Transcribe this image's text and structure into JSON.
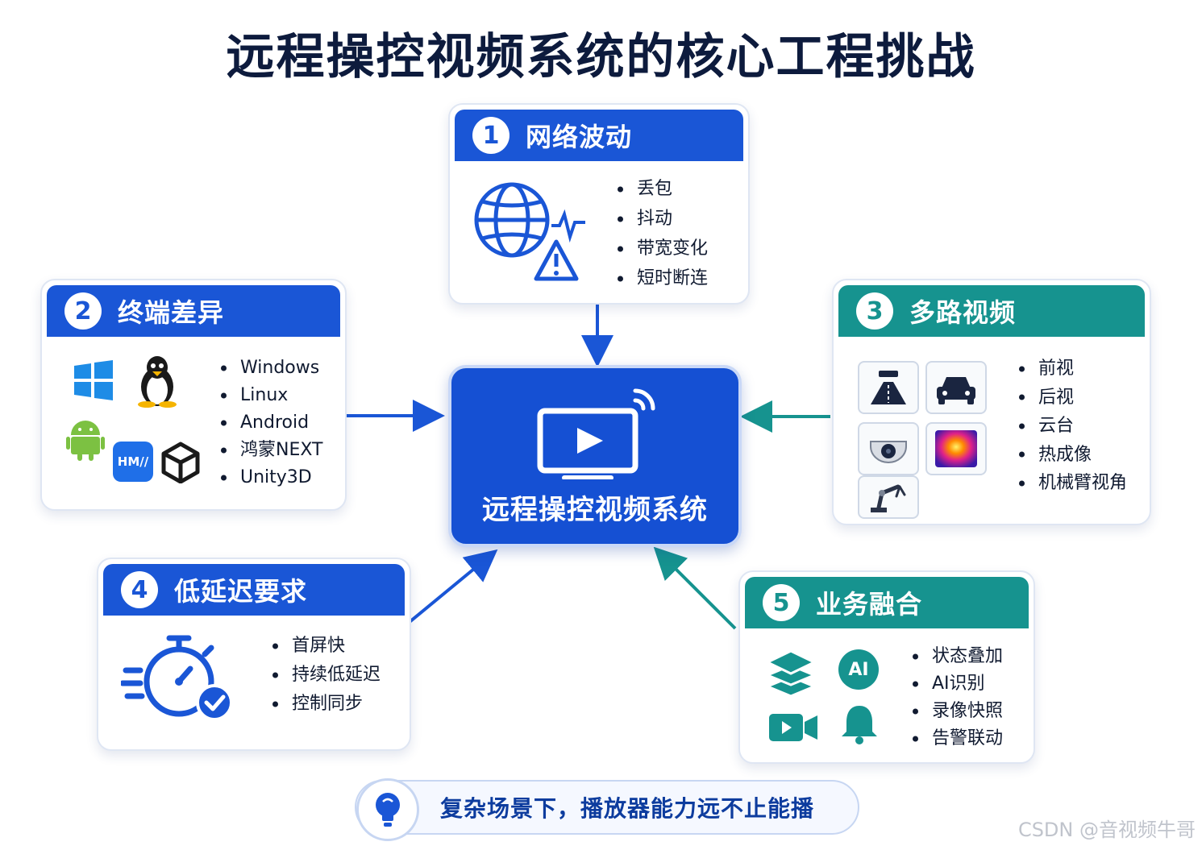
{
  "title": "远程操控视频系统的核心工程挑战",
  "center": {
    "label": "远程操控视频系统"
  },
  "cards": {
    "network": {
      "num": "1",
      "title": "网络波动",
      "items": [
        "丢包",
        "抖动",
        "带宽变化",
        "短时断连"
      ]
    },
    "terminal": {
      "num": "2",
      "title": "终端差异",
      "items": [
        "Windows",
        "Linux",
        "Android",
        "鸿蒙NEXT",
        "Unity3D"
      ],
      "hm_badge": "HM//"
    },
    "multivideo": {
      "num": "3",
      "title": "多路视频",
      "items": [
        "前视",
        "后视",
        "云台",
        "热成像",
        "机械臂视角"
      ]
    },
    "latency": {
      "num": "4",
      "title": "低延迟要求",
      "items": [
        "首屏快",
        "持续低延迟",
        "控制同步"
      ]
    },
    "business": {
      "num": "5",
      "title": "业务融合",
      "items": [
        "状态叠加",
        "AI识别",
        "录像快照",
        "告警联动"
      ],
      "ai_badge": "AI"
    }
  },
  "banner": {
    "text": "复杂场景下，播放器能力远不止能播"
  },
  "watermark": "CSDN @音视频牛哥",
  "colors": {
    "blue": "#1a56d6",
    "teal": "#16938f",
    "title": "#0d1b3d"
  },
  "icons": [
    "globe-icon",
    "pulse-icon",
    "warning-icon",
    "windows-icon",
    "linux-icon",
    "android-icon",
    "harmony-icon",
    "unity-icon",
    "road-camera-icon",
    "car-icon",
    "dome-camera-icon",
    "thermal-icon",
    "robot-arm-icon",
    "stopwatch-icon",
    "check-icon",
    "layers-icon",
    "ai-icon",
    "video-camera-icon",
    "bell-icon",
    "lightbulb-icon",
    "monitor-play-icon",
    "wifi-icon"
  ]
}
